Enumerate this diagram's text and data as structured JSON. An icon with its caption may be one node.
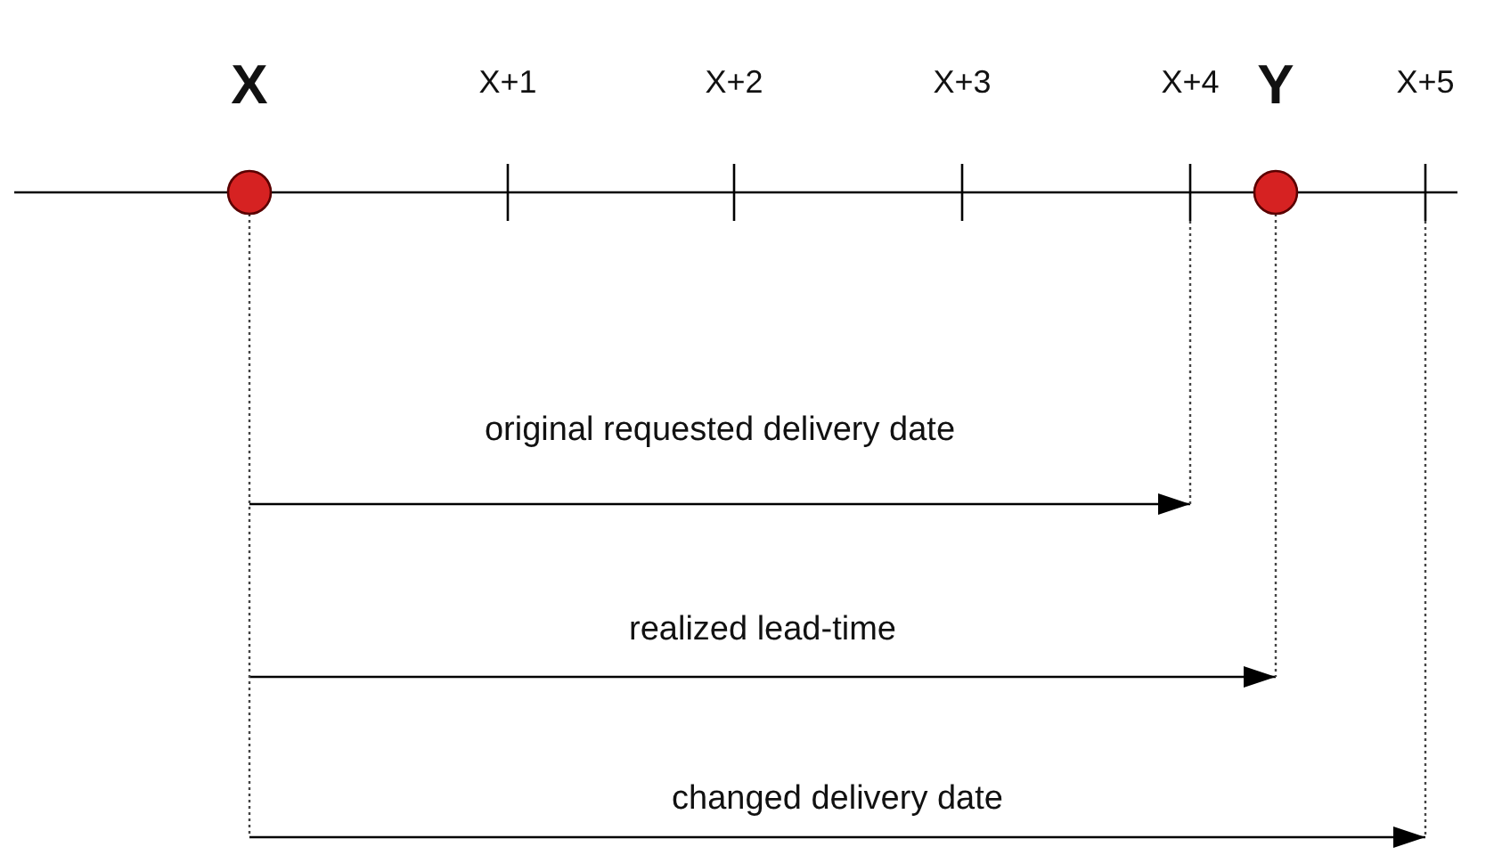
{
  "diagram": {
    "nodes": [
      {
        "text": [
          "X"
        ]
      },
      {
        "text": [
          "X+1"
        ]
      },
      {
        "text": [
          "X+2"
        ]
      },
      {
        "text": [
          "X+3"
        ]
      },
      {
        "text": [
          "X+4"
        ]
      },
      {
        "text": [
          "Y"
        ]
      },
      {
        "text": [
          "X+5"
        ]
      }
    ],
    "edges": [
      {
        "from": 0,
        "to": 4,
        "arrow": "to",
        "label": "original requested delivery date"
      },
      {
        "from": 0,
        "to": 5,
        "arrow": "to",
        "label": "realized lead-time"
      },
      {
        "from": 0,
        "to": 6,
        "arrow": "to",
        "label": "changed delivery date"
      }
    ]
  }
}
